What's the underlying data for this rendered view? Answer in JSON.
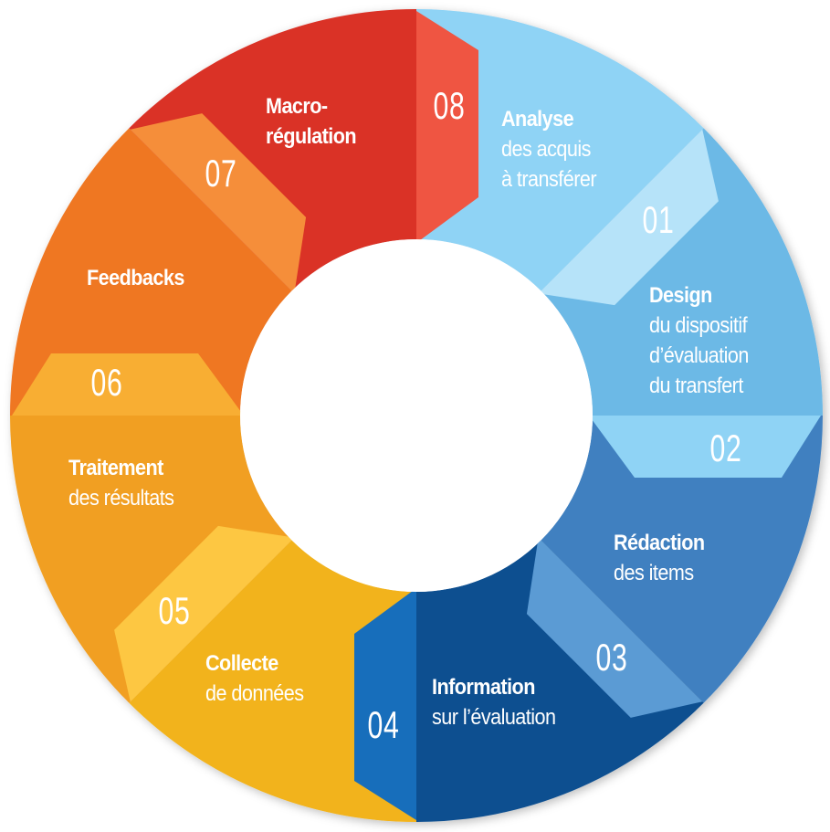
{
  "steps": [
    {
      "number": "01",
      "title": "Analyse",
      "subtitle": [
        "des acquis",
        "à transférer"
      ],
      "color": "#8fd3f5",
      "tab_color": "#b6e3f9"
    },
    {
      "number": "02",
      "title": "Design",
      "subtitle": [
        "du dispositif",
        "d’évaluation",
        "du transfert"
      ],
      "color": "#6cb9e6",
      "tab_color": "#8fd3f5"
    },
    {
      "number": "03",
      "title": "Rédaction",
      "subtitle": [
        "des items"
      ],
      "color": "#4080c0",
      "tab_color": "#5b9bd4"
    },
    {
      "number": "04",
      "title": "Information",
      "subtitle": [
        "sur l’évaluation"
      ],
      "color": "#0d4f90",
      "tab_color": "#176ebb"
    },
    {
      "number": "05",
      "title": "Collecte",
      "subtitle": [
        "de données"
      ],
      "color": "#f2b31d",
      "tab_color": "#fdc742"
    },
    {
      "number": "06",
      "title": "Traitement",
      "subtitle": [
        "des résultats"
      ],
      "color": "#f19f21",
      "tab_color": "#f8ae33"
    },
    {
      "number": "07",
      "title": "Feedbacks",
      "subtitle": [],
      "color": "#ef7722",
      "tab_color": "#f58e3a"
    },
    {
      "number": "08",
      "title": "Macro-",
      "subtitle": [],
      "title2": "régulation",
      "color": "#da3328",
      "tab_color": "#ef5542"
    }
  ]
}
